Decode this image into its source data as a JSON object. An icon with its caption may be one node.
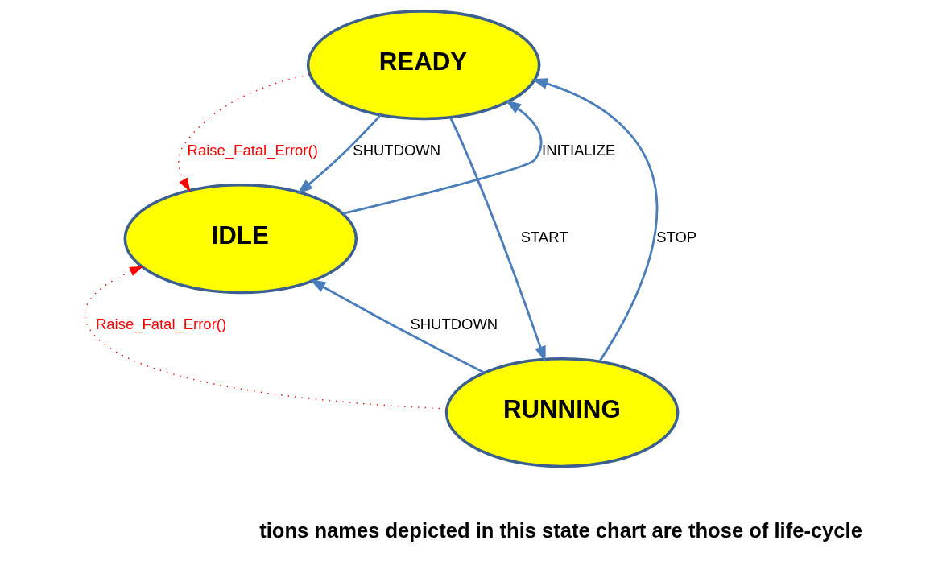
{
  "diagram": {
    "nodes": [
      {
        "text": [
          "READY"
        ]
      },
      {
        "text": [
          "IDLE"
        ]
      },
      {
        "text": [
          "RUNNING"
        ]
      }
    ],
    "edges": [
      {
        "from": 1,
        "to": 0,
        "arrow": "to",
        "label": "INITIALIZE"
      },
      {
        "from": 0,
        "to": 1,
        "arrow": "to",
        "label": "Raise_Fatal_Error()",
        "style": "dashed",
        "color": "#ff0000"
      },
      {
        "from": 0,
        "to": 1,
        "arrow": "to",
        "label": "SHUTDOWN"
      },
      {
        "from": 0,
        "to": 2,
        "arrow": "to",
        "label": "START"
      },
      {
        "from": 2,
        "to": 0,
        "arrow": "to",
        "label": "STOP"
      },
      {
        "from": 2,
        "to": 1,
        "arrow": "to",
        "label": "Raise_Fatal_Error()",
        "style": "dashed",
        "color": "#ff0000"
      },
      {
        "from": 2,
        "to": 1,
        "arrow": "to",
        "label": "SHUTDOWN"
      }
    ],
    "labels": [
      "tions names depicted in this state chart are those of life-cycle"
    ]
  }
}
